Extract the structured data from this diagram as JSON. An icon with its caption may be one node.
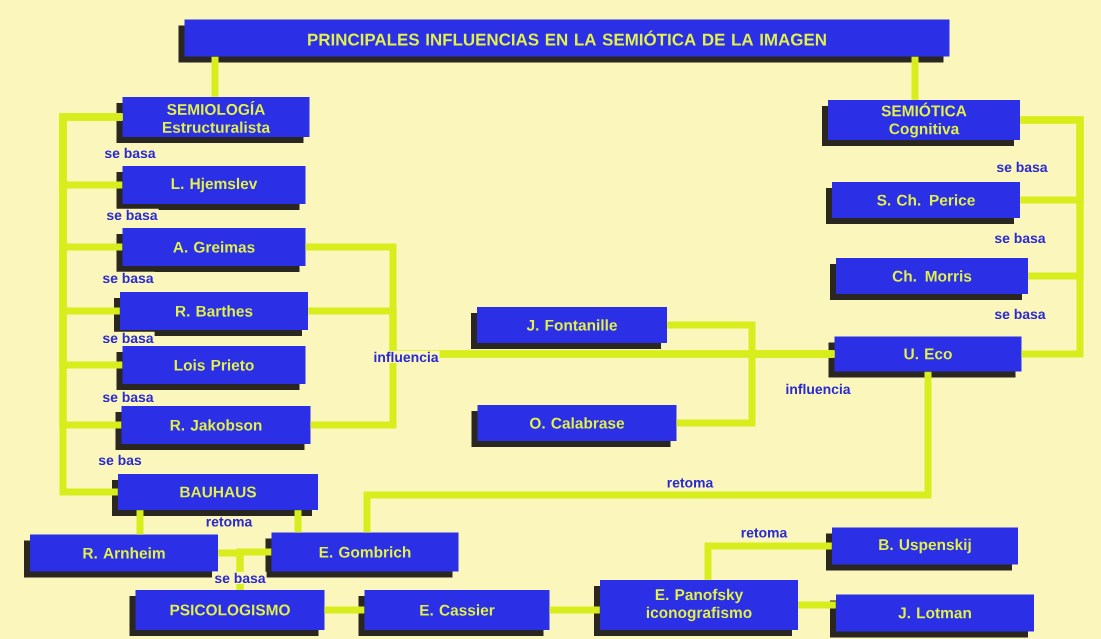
{
  "diagram": {
    "nodes": [
      {
        "text": [
          "PRINCIPALES INFLUENCIAS EN LA SEMIÓTICA DE LA IMAGEN"
        ]
      },
      {
        "text": [
          "SEMIOLOGÍA Estructuralista"
        ]
      },
      {
        "text": [
          "SEMIÓTICA Cognitiva"
        ]
      },
      {
        "text": [
          "L. Hjemslev"
        ]
      },
      {
        "text": [
          "A. Greimas"
        ]
      },
      {
        "text": [
          "R. Barthes"
        ]
      },
      {
        "text": [
          "Lois Prieto"
        ]
      },
      {
        "text": [
          "R. Jakobson"
        ]
      },
      {
        "text": [
          "BAUHAUS"
        ]
      },
      {
        "text": [
          "R. Arnheim"
        ]
      },
      {
        "text": [
          "E. Gombrich"
        ]
      },
      {
        "text": [
          "PSICOLOGISMO"
        ]
      },
      {
        "text": [
          "E. Cassier"
        ]
      },
      {
        "text": [
          "E. Panofsky iconografismo"
        ]
      },
      {
        "text": [
          "B. Uspenskij"
        ]
      },
      {
        "text": [
          "J. Lotman"
        ]
      },
      {
        "text": [
          "J. Fontanille"
        ]
      },
      {
        "text": [
          "O. Calabrase"
        ]
      },
      {
        "text": [
          "S. Ch. Perice"
        ]
      },
      {
        "text": [
          "Ch. Morris"
        ]
      },
      {
        "text": [
          "U. Eco"
        ]
      }
    ],
    "edges": [
      {
        "from": 0,
        "to": 1,
        "arrow": "none"
      },
      {
        "from": 0,
        "to": 2,
        "arrow": "none"
      },
      {
        "from": 1,
        "to": 3,
        "arrow": "none",
        "label": "se basa"
      },
      {
        "from": 1,
        "to": 4,
        "arrow": "none",
        "label": "se basa"
      },
      {
        "from": 1,
        "to": 5,
        "arrow": "none",
        "label": "se basa"
      },
      {
        "from": 1,
        "to": 6,
        "arrow": "none",
        "label": "se basa"
      },
      {
        "from": 1,
        "to": 7,
        "arrow": "none",
        "label": "se basa"
      },
      {
        "from": 1,
        "to": 8,
        "arrow": "none",
        "label": "se bas"
      },
      {
        "from": 4,
        "to": 20,
        "arrow": "none"
      },
      {
        "from": 5,
        "to": 20,
        "arrow": "none",
        "label": "influencia"
      },
      {
        "from": 7,
        "to": 20,
        "arrow": "none"
      },
      {
        "from": 16,
        "to": 20,
        "arrow": "none"
      },
      {
        "from": 17,
        "to": 20,
        "arrow": "none",
        "label": "influencia"
      },
      {
        "from": 2,
        "to": 18,
        "arrow": "none",
        "label": "se basa"
      },
      {
        "from": 2,
        "to": 19,
        "arrow": "none",
        "label": "se basa"
      },
      {
        "from": 2,
        "to": 20,
        "arrow": "none",
        "label": "se basa"
      },
      {
        "from": 20,
        "to": 10,
        "arrow": "none",
        "label": "retoma"
      },
      {
        "from": 8,
        "to": 9,
        "arrow": "none"
      },
      {
        "from": 8,
        "to": 10,
        "arrow": "none",
        "label": "retoma"
      },
      {
        "from": 9,
        "to": 11,
        "arrow": "none",
        "label": "se basa"
      },
      {
        "from": 10,
        "to": 11,
        "arrow": "none"
      },
      {
        "from": 11,
        "to": 12,
        "arrow": "none"
      },
      {
        "from": 12,
        "to": 13,
        "arrow": "none"
      },
      {
        "from": 13,
        "to": 15,
        "arrow": "none"
      },
      {
        "from": 13,
        "to": 14,
        "arrow": "none",
        "label": "retoma"
      }
    ]
  }
}
